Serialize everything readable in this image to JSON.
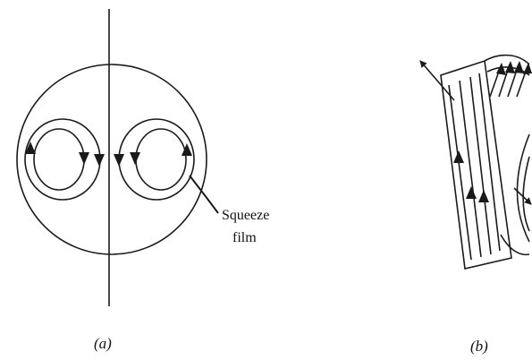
{
  "labels": {
    "panel_a": "(a)",
    "panel_b": "(b)",
    "squeeze_line1": "Squeeze",
    "squeeze_line2": "film"
  },
  "colors": {
    "ink": "#1a1a1a",
    "background": "#ffffff"
  }
}
